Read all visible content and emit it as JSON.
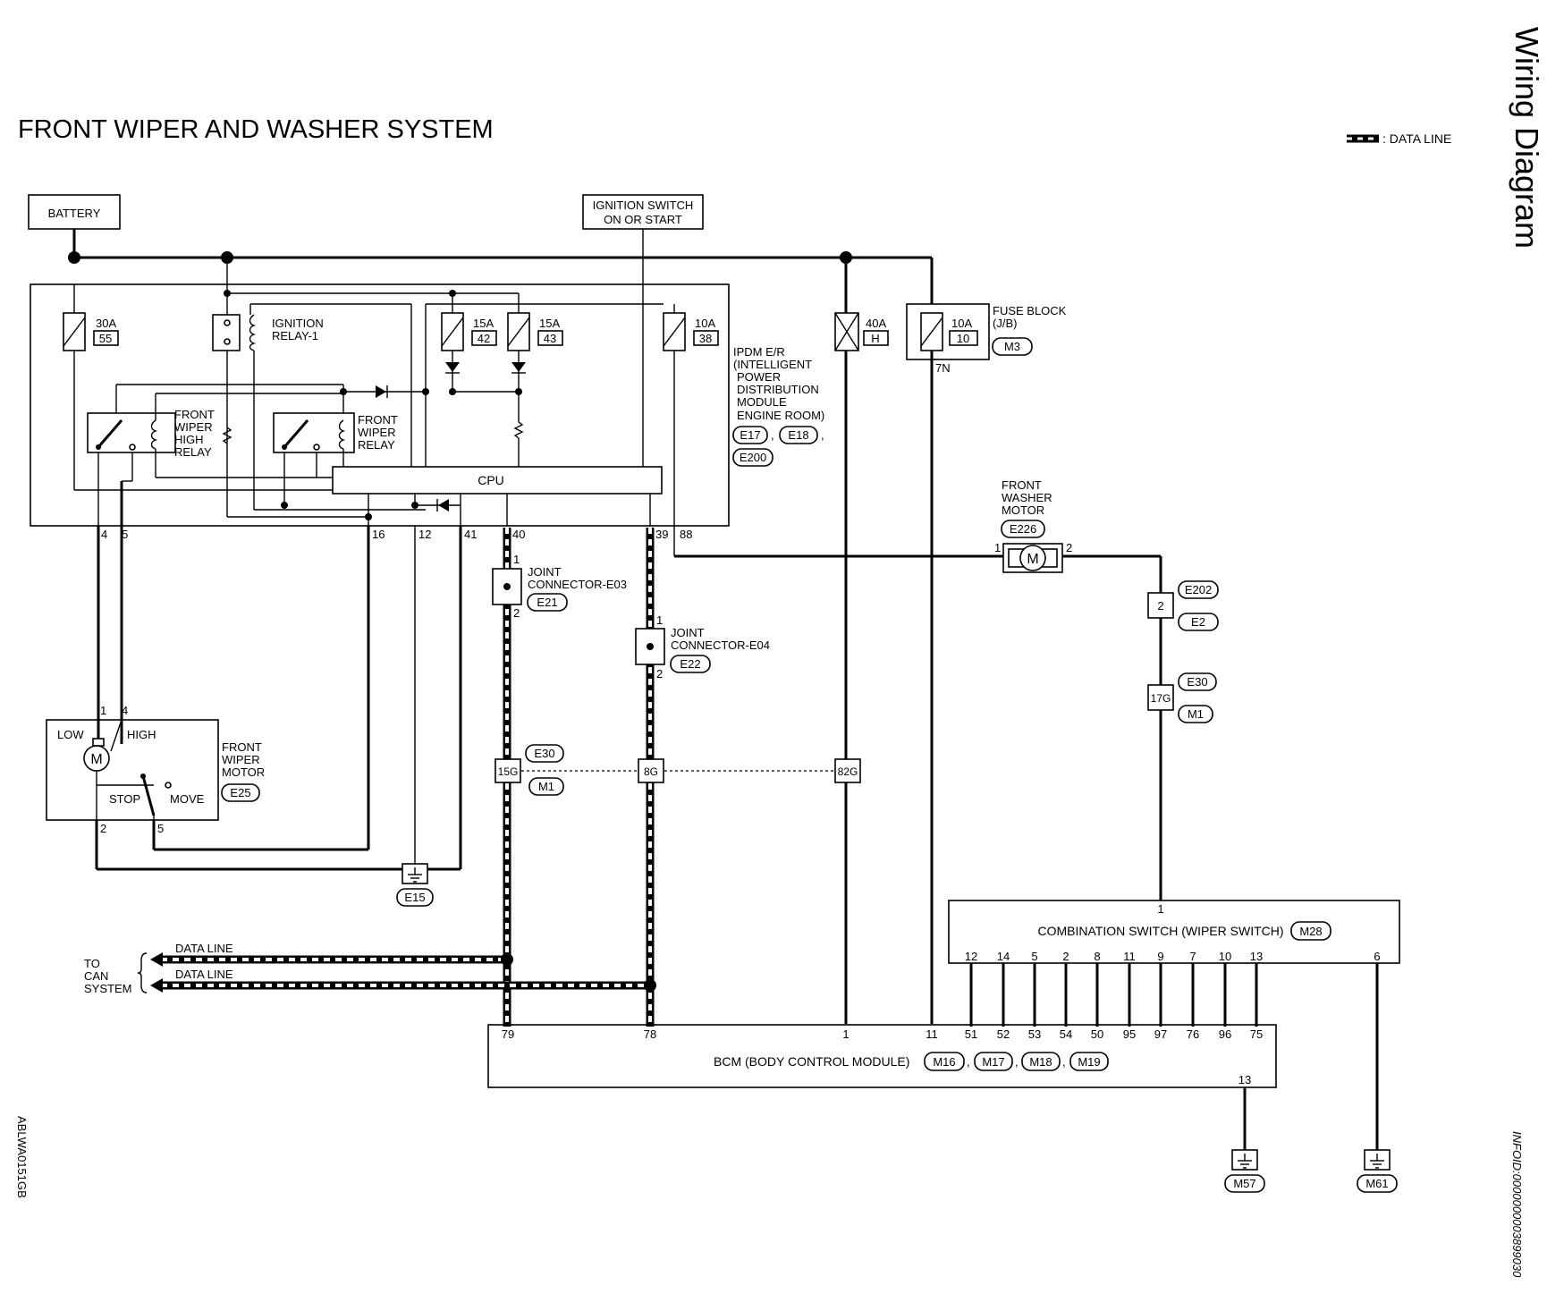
{
  "title": "FRONT WIPER AND WASHER SYSTEM",
  "side_header": "Wiring Diagram",
  "legend": {
    "label": ": DATA LINE"
  },
  "footer_left_code": "ABLWA0151GB",
  "footer_right_code": "INFOID:0000000003899030",
  "battery": "BATTERY",
  "ignition_switch": {
    "line1": "IGNITION SWITCH",
    "line2": "ON OR START"
  },
  "fuses": {
    "f55": {
      "rating": "30A",
      "number": "55"
    },
    "f42": {
      "rating": "15A",
      "number": "42"
    },
    "f43": {
      "rating": "15A",
      "number": "43"
    },
    "f38": {
      "rating": "10A",
      "number": "38"
    },
    "fH": {
      "rating": "40A",
      "number": "H"
    },
    "f10": {
      "rating": "10A",
      "number": "10"
    }
  },
  "ignition_relay": {
    "line1": "IGNITION",
    "line2": "RELAY-1"
  },
  "front_wiper_high_relay": {
    "line1": "FRONT",
    "line2": "WIPER",
    "line3": "HIGH",
    "line4": "RELAY"
  },
  "front_wiper_relay": {
    "line1": "FRONT",
    "line2": "WIPER",
    "line3": "RELAY"
  },
  "cpu": "CPU",
  "ipdm": {
    "lines": [
      "IPDM E/R",
      "(INTELLIGENT",
      "POWER",
      "DISTRIBUTION",
      "MODULE",
      "ENGINE ROOM)"
    ],
    "connectors": [
      "E17",
      "E18",
      "E200"
    ]
  },
  "fuse_block": {
    "line1": "FUSE BLOCK",
    "line2": "(J/B)",
    "connector": "M3",
    "pin": "7N"
  },
  "ipdm_pins": [
    "4",
    "5",
    "16",
    "12",
    "41",
    "40",
    "39",
    "88"
  ],
  "joint_e03": {
    "line1": "JOINT",
    "line2": "CONNECTOR-E03",
    "connector": "E21",
    "pin_top": "1",
    "pin_bottom": "2"
  },
  "joint_e04": {
    "line1": "JOINT",
    "line2": "CONNECTOR-E04",
    "connector": "E22",
    "pin_top": "1",
    "pin_bottom": "2"
  },
  "washer_motor": {
    "line1": "FRONT",
    "line2": "WASHER",
    "line3": "MOTOR",
    "connector": "E226",
    "pin_left": "1",
    "pin_right": "2",
    "symbol": "M"
  },
  "wiper_motor": {
    "line1": "FRONT",
    "line2": "WIPER",
    "line3": "MOTOR",
    "connector": "E25",
    "low": "LOW",
    "high": "HIGH",
    "stop": "STOP",
    "move": "MOVE",
    "symbol": "M",
    "pins": {
      "p1": "1",
      "p4": "4",
      "p2": "2",
      "p5": "5"
    }
  },
  "ground_e15": "E15",
  "inline_connectors": {
    "c15g": "15G",
    "c8g": "8G",
    "c82g": "82G",
    "e30": "E30",
    "m1": "M1",
    "c2": "2",
    "e202": "E202",
    "e2": "E2",
    "c17g": "17G",
    "e30b": "E30",
    "m1b": "M1"
  },
  "can": {
    "line1": "TO",
    "line2": "CAN",
    "line3": "SYSTEM",
    "data_line_1": "DATA LINE",
    "data_line_2": "DATA LINE"
  },
  "combination_switch": {
    "label": "COMBINATION SWITCH (WIPER SWITCH)",
    "connector": "M28",
    "top_pin": "1",
    "pins": [
      "12",
      "14",
      "5",
      "2",
      "8",
      "11",
      "9",
      "7",
      "10",
      "13",
      "6"
    ]
  },
  "bcm": {
    "label": "BCM (BODY CONTROL MODULE)",
    "connectors": [
      "M16",
      "M17",
      "M18",
      "M19"
    ],
    "pins": [
      "79",
      "78",
      "1",
      "11",
      "51",
      "52",
      "53",
      "54",
      "50",
      "95",
      "97",
      "76",
      "96",
      "75"
    ],
    "ground_pin": "13"
  },
  "grounds": {
    "g1": "M57",
    "g2": "M61"
  }
}
